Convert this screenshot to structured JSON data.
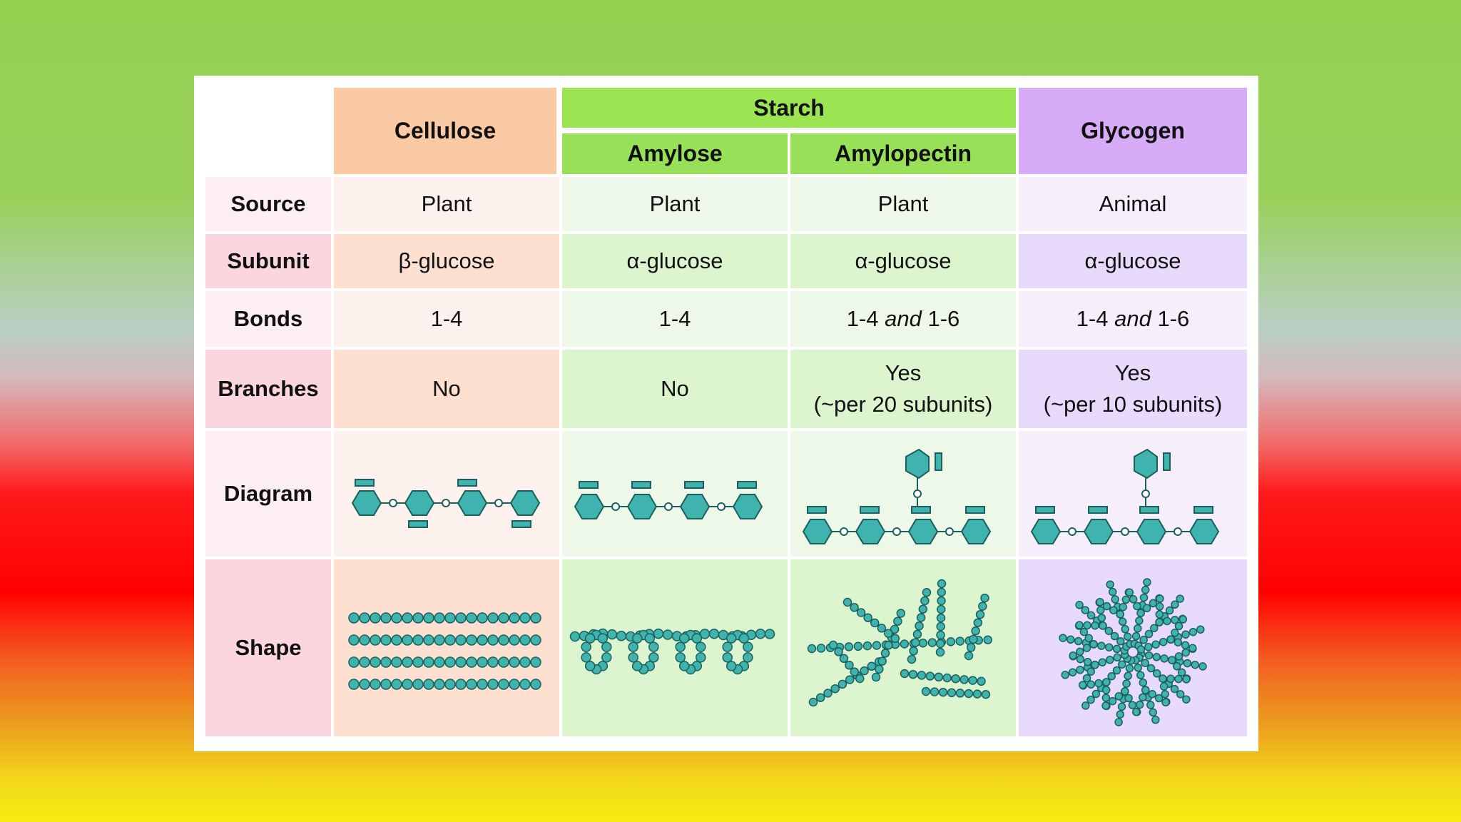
{
  "headers": {
    "cellulose": "Cellulose",
    "starch": "Starch",
    "amylose": "Amylose",
    "amylopectin": "Amylopectin",
    "glycogen": "Glycogen"
  },
  "row_labels": {
    "source": "Source",
    "subunit": "Subunit",
    "bonds": "Bonds",
    "branches": "Branches",
    "diagram": "Diagram",
    "shape": "Shape"
  },
  "source": {
    "cellulose": "Plant",
    "amylose": "Plant",
    "amylopectin": "Plant",
    "glycogen": "Animal"
  },
  "subunit": {
    "cellulose": "β-glucose",
    "amylose": "α-glucose",
    "amylopectin": "α-glucose",
    "glycogen": "α-glucose"
  },
  "bonds": {
    "cellulose": "1-4",
    "amylose": "1-4",
    "amylopectin": {
      "a": "1-4",
      "and": "and",
      "b": "1-6"
    },
    "glycogen": {
      "a": "1-4",
      "and": "and",
      "b": "1-6"
    }
  },
  "branches": {
    "cellulose": "No",
    "amylose": "No",
    "amylopectin": {
      "line1": "Yes",
      "line2": "(~per 20 subunits)"
    },
    "glycogen": {
      "line1": "Yes",
      "line2": "(~per 10 subunits)"
    }
  },
  "colors": {
    "glucose_fill": "#3fb3ad",
    "glucose_stroke": "#1d5f5c",
    "cellulose": "#f9caa4",
    "starch": "#9be553",
    "glycogen": "#d6acf6"
  }
}
